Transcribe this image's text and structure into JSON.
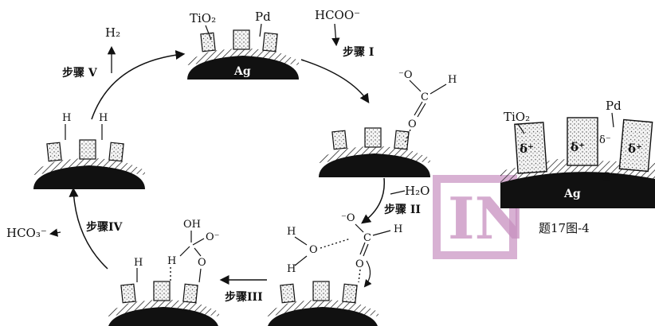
{
  "labels": {
    "tio2_top": "TiO₂",
    "pd_top": "Pd",
    "ag_top": "Ag",
    "h2": "H₂",
    "formate": "HCOO⁻",
    "step1": "步骤 I",
    "step2": "步骤 II",
    "step3": "步骤III",
    "step4": "步骤IV",
    "step5": "步骤 V",
    "h2o": "H₂O",
    "hco3": "HCO₃⁻",
    "h_atom": "H",
    "o_atom": "O",
    "o_minus": "⁻O",
    "o_minus_right": "O⁻",
    "oh": "OH",
    "c_atom": "C",
    "fig_tio2": "TiO₂",
    "fig_pd": "Pd",
    "fig_ag": "Ag",
    "delta_plus": "δ⁺",
    "delta_minus": "δ⁻",
    "caption": "题17图-4",
    "watermark_logo": "IN"
  },
  "colors": {
    "catalyst_base": "#111111",
    "ink": "#111111",
    "watermark": "#c790c0"
  },
  "icons": {
    "catalyst": "ag-support-with-tio2-and-pd-particles"
  }
}
